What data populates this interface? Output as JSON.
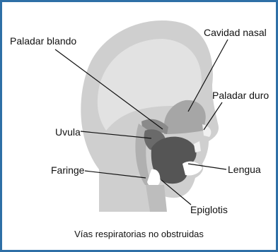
{
  "labels": {
    "paladar_blando": "Paladar blando",
    "cavidad_nasal": "Cavidad nasal",
    "paladar_duro": "Paladar duro",
    "uvula": "Uvula",
    "faringe": "Faringe",
    "lengua": "Lengua",
    "epiglotis": "Epiglotis"
  },
  "caption": "Vías respiratorias no obstruidas",
  "colors": {
    "border": "#2e6fa6",
    "head_outline": "#cfcfcf",
    "skull": "#dcdcdc",
    "tissue": "#b5b5b5",
    "dark_tissue": "#7a7a7a",
    "tongue": "#555555",
    "leader": "#111111"
  }
}
